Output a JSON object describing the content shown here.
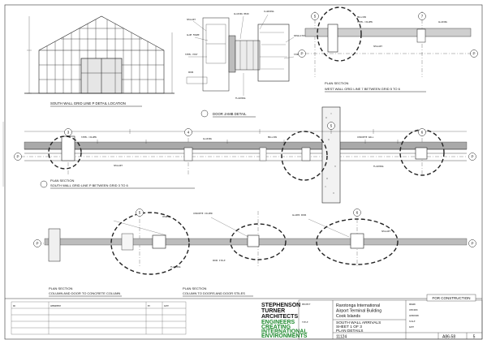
{
  "sheet": {
    "stamp": "FOR CONSTRUCTION",
    "project_title": [
      "Rarotonga International",
      "Airport Terminal Building",
      "Cook Islands"
    ],
    "drawing_title": [
      "SOUTH WALL ARRIVALS",
      "SHEET 1 OF 3",
      "PLAN DETAILS"
    ],
    "job_number": "11124",
    "drawing_number": "A86-58",
    "revision": "5",
    "firm_lines": [
      "STEPHENSON",
      "TURNER",
      "ARCHITECTS",
      "ENGINEERS",
      "CREATING",
      "INTERNATIONAL",
      "ENVIRONMENTS"
    ]
  },
  "views": {
    "elevation_label": "SOUTH WALL GRID LINE P DETAIL LOCATION",
    "door_jamb_label": "DOOR JAMB DETAIL",
    "plan_top_right": [
      "PLAN SECTION",
      "WEST WALL GRID LINE 7 BETWEEN GRID 5 TO 6"
    ],
    "plan_main": [
      "PLAN SECTION",
      "SOUTH WALL GRID LINE P BETWEEN GRID 3 TO 6"
    ],
    "plan_bottom_left": [
      "PLAN SECTION",
      "COLUMN AND DOOR TO CONCRETE COLUMN"
    ],
    "plan_bottom_mid": [
      "PLAN SECTION",
      "COLUMN TO DOORS AND DOOR STILES"
    ]
  },
  "grids": {
    "top": [
      "5",
      "7",
      "P"
    ],
    "main": [
      "3",
      "4",
      "5",
      "6",
      "P",
      "P"
    ],
    "bottom": [
      "5",
      "6",
      "P",
      "P"
    ]
  }
}
